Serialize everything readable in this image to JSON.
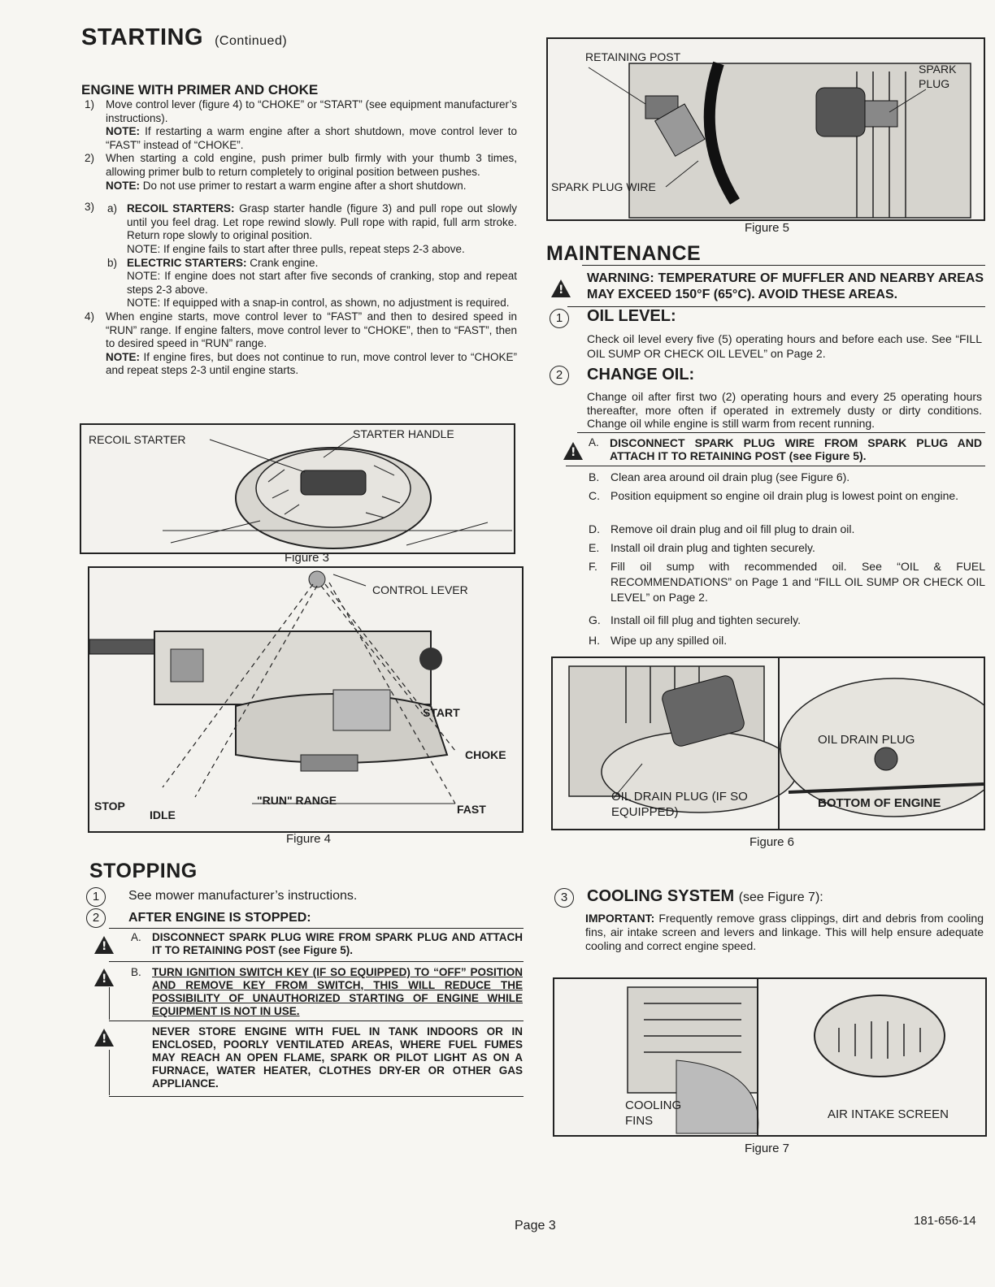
{
  "starting": {
    "title": "STARTING",
    "continued": "(Continued)",
    "subhead": "ENGINE WITH PRIMER AND CHOKE",
    "step1_num": "1)",
    "step1": "Move control lever (figure 4) to “CHOKE” or “START” (see equipment manufacturer’s instructions).",
    "step1_note_label": "NOTE:",
    "step1_note": "If restarting a warm engine after a short shutdown, move control lever to “FAST” instead of “CHOKE”.",
    "step2_num": "2)",
    "step2": "When starting a cold engine, push primer bulb firmly with your thumb 3 times, allowing primer bulb to return completely to original position between pushes.",
    "step2_note_label": "NOTE:",
    "step2_note": "Do not use primer to restart a warm engine after a short shutdown.",
    "step3_num": "3)",
    "step3a_num": "a)",
    "step3a_label": "RECOIL STARTERS:",
    "step3a": "Grasp starter handle (figure 3) and pull rope out slowly until you feel drag. Let rope rewind slowly. Pull rope with rapid, full arm stroke. Return rope slowly to original position.",
    "step3a_note": "NOTE: If engine fails to start after three pulls, repeat steps 2-3 above.",
    "step3b_num": "b)",
    "step3b_label": "ELECTRIC STARTERS:",
    "step3b": "Crank engine.",
    "step3b_note1": "NOTE: If engine does not start after five seconds of cranking, stop and repeat steps 2-3 above.",
    "step3b_note2": "NOTE: If equipped with a snap-in control, as shown, no adjustment is required.",
    "step4_num": "4)",
    "step4": "When engine starts, move control lever to “FAST” and then to desired speed in “RUN” range. If engine falters, move control lever to “CHOKE”, then to “FAST”, then to desired speed in “RUN” range.",
    "step4_note_label": "NOTE:",
    "step4_note": "If engine fires, but does not continue to run, move control lever to “CHOKE” and repeat steps 2-3 until engine starts."
  },
  "figure3": {
    "label_recoil": "RECOIL STARTER",
    "label_handle": "STARTER HANDLE",
    "caption": "Figure 3"
  },
  "figure4": {
    "label_control": "CONTROL LEVER",
    "label_start": "START",
    "label_choke": "CHOKE",
    "label_stop": "STOP",
    "label_idle": "IDLE",
    "label_run": "\"RUN\" RANGE",
    "label_fast": "FAST",
    "caption": "Figure 4"
  },
  "stopping": {
    "title": "STOPPING",
    "item1_marker": "1",
    "item1": "See mower manufacturer’s instructions.",
    "item2_marker": "2",
    "item2": "AFTER ENGINE IS STOPPED:",
    "warnA_letter": "A.",
    "warnA": "DISCONNECT SPARK PLUG WIRE FROM SPARK PLUG AND ATTACH IT TO RETAINING POST (see Figure 5).",
    "warnB_letter": "B.",
    "warnB": "TURN IGNITION SWITCH KEY (IF SO EQUIPPED) TO “OFF” POSITION AND REMOVE KEY FROM SWITCH, THIS WILL REDUCE THE POSSIBILITY OF UNAUTHORIZED STARTING OF ENGINE WHILE EQUIPMENT IS NOT IN USE.",
    "warnC": "NEVER STORE ENGINE WITH FUEL IN TANK INDOORS OR IN ENCLOSED, POORLY VENTILATED AREAS, WHERE FUEL FUMES MAY REACH AN OPEN FLAME, SPARK OR PILOT LIGHT AS ON A FURNACE, WATER HEATER, CLOTHES DRY-ER OR OTHER GAS APPLIANCE."
  },
  "figure5": {
    "label_post": "RETAINING POST",
    "label_plug": "SPARK PLUG",
    "label_wire": "SPARK PLUG WIRE",
    "caption": "Figure 5"
  },
  "maintenance": {
    "title": "MAINTENANCE",
    "warning": "WARNING: TEMPERATURE OF MUFFLER AND NEARBY AREAS MAY EXCEED 150°F (65°C). AVOID THESE AREAS.",
    "oil_level_marker": "1",
    "oil_level_title": "OIL LEVEL:",
    "oil_level_text": "Check oil level every five (5) operating hours and before each use. See “FILL OIL SUMP OR CHECK OIL LEVEL” on Page 2.",
    "change_oil_marker": "2",
    "change_oil_title": "CHANGE OIL:",
    "change_oil_text": "Change oil after first two (2) operating hours and every 25 operating hours thereafter, more often if operated in extremely dusty or dirty conditions. Change oil while engine is still warm from recent running.",
    "stepA_letter": "A.",
    "stepA": "DISCONNECT SPARK PLUG WIRE FROM SPARK PLUG AND ATTACH IT TO RETAINING POST (see Figure 5).",
    "stepB_letter": "B.",
    "stepB": "Clean area around oil drain plug (see Figure 6).",
    "stepC_letter": "C.",
    "stepC": "Position equipment so engine oil drain plug is lowest point on engine.",
    "stepD_letter": "D.",
    "stepD": "Remove oil drain plug and oil fill plug to drain oil.",
    "stepE_letter": "E.",
    "stepE": "Install oil drain plug and tighten securely.",
    "stepF_letter": "F.",
    "stepF": "Fill oil sump with recommended oil. See “OIL & FUEL RECOMMENDATIONS” on Page 1 and “FILL OIL SUMP OR CHECK OIL LEVEL” on Page 2.",
    "stepG_letter": "G.",
    "stepG": "Install oil fill plug and tighten securely.",
    "stepH_letter": "H.",
    "stepH": "Wipe up any spilled oil."
  },
  "figure6": {
    "label_drain_left": "OIL DRAIN PLUG (IF SO EQUIPPED)",
    "label_drain_right": "OIL DRAIN PLUG",
    "label_bottom": "BOTTOM OF ENGINE",
    "caption": "Figure 6"
  },
  "cooling": {
    "marker": "3",
    "title": "COOLING SYSTEM",
    "title_ref": "(see Figure 7):",
    "important_label": "IMPORTANT:",
    "important_text": "Frequently remove grass clippings, dirt and debris from cooling fins, air intake screen and levers and linkage. This will help ensure adequate cooling and correct engine speed."
  },
  "figure7": {
    "label_fins": "COOLING FINS",
    "label_screen": "AIR INTAKE SCREEN",
    "caption": "Figure 7"
  },
  "footer": {
    "page": "Page 3",
    "docnum": "181-656-14"
  }
}
